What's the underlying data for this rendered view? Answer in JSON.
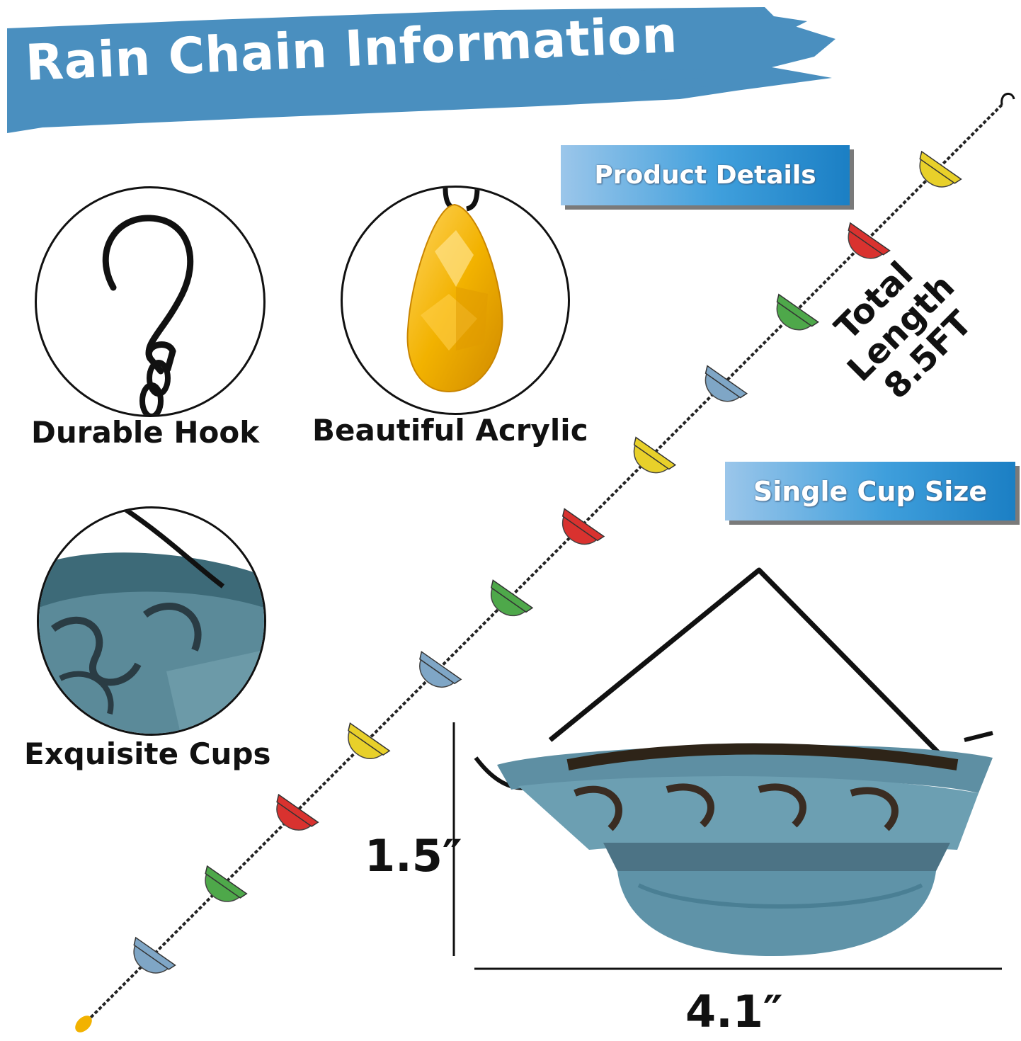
{
  "banner": {
    "title": "Rain Chain Information",
    "color": "#4a8fbf"
  },
  "labels": {
    "product_details": "Product Details",
    "single_cup_size": "Single Cup Size",
    "total_length_line1": "Total Length",
    "total_length_line2": "8.5FT"
  },
  "features": [
    {
      "caption": "Durable Hook",
      "icon": "s-hook-icon"
    },
    {
      "caption": "Beautiful  Acrylic",
      "icon": "acrylic-drop-icon"
    },
    {
      "caption": "Exquisite Cups",
      "icon": "cup-closeup-icon"
    }
  ],
  "dimensions": {
    "height": "1.5″",
    "width": "4.1″"
  },
  "chain": {
    "cup_colors": [
      "#e8d02a",
      "#d9322f",
      "#4ea84a",
      "#7fa6c6",
      "#e8d02a",
      "#d9322f",
      "#4ea84a",
      "#7fa6c6",
      "#e8d02a",
      "#d9322f",
      "#4ea84a",
      "#7fa6c6"
    ],
    "acrylic_color": "#f2b200",
    "cup_color": "#4f7f93"
  }
}
